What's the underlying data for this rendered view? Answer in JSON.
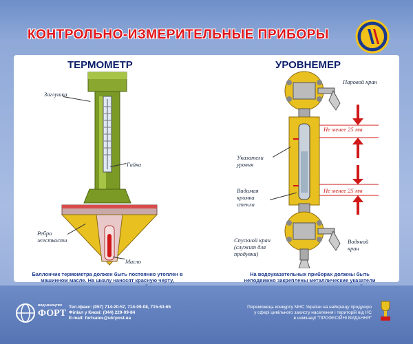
{
  "title": "КОНТРОЛЬНО-ИЗМЕРИТЕЛЬНЫЕ ПРИБОРЫ",
  "thermometer": {
    "heading": "ТЕРМОМЕТР",
    "labels": {
      "plug": "Заглушка",
      "nut": "Гайка",
      "rib": "Ребро жесткости",
      "oil": "Масло"
    },
    "caption": "Баллончик термометра должен быть постоянно утоплен в машинном масле. На шкалу наносят красную черту, соответствующую максимально допустимой температуре"
  },
  "level_gauge": {
    "heading": "УРОВНЕМЕР",
    "labels": {
      "steam_valve": "Паровой кран",
      "indicators": "Указатели уровня",
      "bottom_edge": "Видимая кромка стекла",
      "drain_valve": "Спускной кран (служит для продувки)",
      "water_valve": "Водяной кран"
    },
    "measure_top": "Не менее 25 мм",
    "measure_bottom": "Не менее 25 мм",
    "caption": "На водоуказательных приборах должны быть неподвижно закреплены металлические указатели максимального и минимального уровней"
  },
  "footer": {
    "publisher_small": "ВИДАВНИЦТВО",
    "brand": "ФОРТ",
    "contacts": [
      "Тел./факс: (057) 714-20-57, 714-09-08, 715-63-65",
      "Філіал у Києві: (044) 229-09-84",
      "E-mail: fortsales@ukrpost.ua"
    ],
    "award": [
      "Переможець конкурсу МНС України на найкращу продукцію",
      "у сфері цивільного захисту населення і територій від НС",
      "в номінації \"ПРОФЕСІЙНІ ВИДАННЯ\""
    ]
  },
  "colors": {
    "title": "#e0161c",
    "heading": "#0d1f6b",
    "caption": "#1d3b8f",
    "measure": "#d01818",
    "pipe": "#7a9a25",
    "housing": "#e8c020"
  }
}
